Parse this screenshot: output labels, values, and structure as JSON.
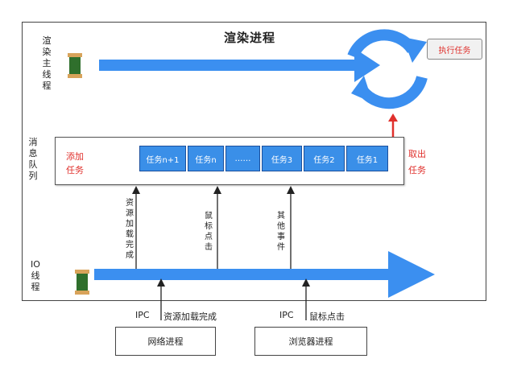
{
  "title": "渲染进程",
  "main_thread_label": "渲染主线程",
  "queue_label": "消息队列",
  "io_thread_label": "IO线程",
  "exec_task": "执行任务",
  "add_task": [
    "添加",
    "任务"
  ],
  "take_task": [
    "取出",
    "任务"
  ],
  "tasks": [
    "任务n+1",
    "任务n",
    "……",
    "任务3",
    "任务2",
    "任务1"
  ],
  "events": [
    "资源加载完成",
    "鼠标点击",
    "其他事件"
  ],
  "ipc": [
    {
      "label": "IPC",
      "event": "资源加载完成",
      "process": "网络进程"
    },
    {
      "label": "IPC",
      "event": "鼠标点击",
      "process": "浏览器进程"
    }
  ],
  "colors": {
    "arrow": "#3b8ff0",
    "task": "#3a8fe8",
    "red": "#e0302c"
  }
}
